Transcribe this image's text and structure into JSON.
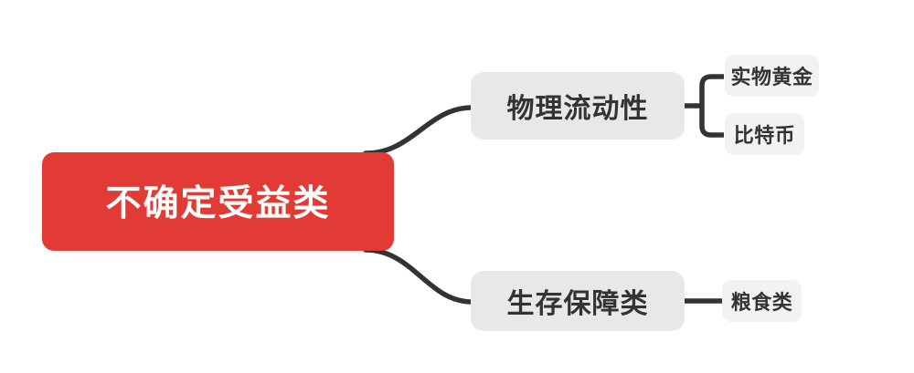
{
  "diagram": {
    "type": "mindmap",
    "title": "不确定受益类",
    "background_color": "#ffffff",
    "root": {
      "label": "不确定受益类",
      "fill": "#e23b36",
      "text_color": "#ffffff"
    },
    "branches": [
      {
        "label": "物理流动性",
        "fill": "#e8e8e8",
        "text_color": "#333333",
        "children": [
          {
            "label": "实物黄金",
            "fill": "#f2f2f2",
            "text_color": "#333333"
          },
          {
            "label": "比特币",
            "fill": "#f2f2f2",
            "text_color": "#333333"
          }
        ]
      },
      {
        "label": "生存保障类",
        "fill": "#e8e8e8",
        "text_color": "#333333",
        "children": [
          {
            "label": "粮食类",
            "fill": "#f2f2f2",
            "text_color": "#333333"
          }
        ]
      }
    ],
    "connector_color": "#333333"
  }
}
